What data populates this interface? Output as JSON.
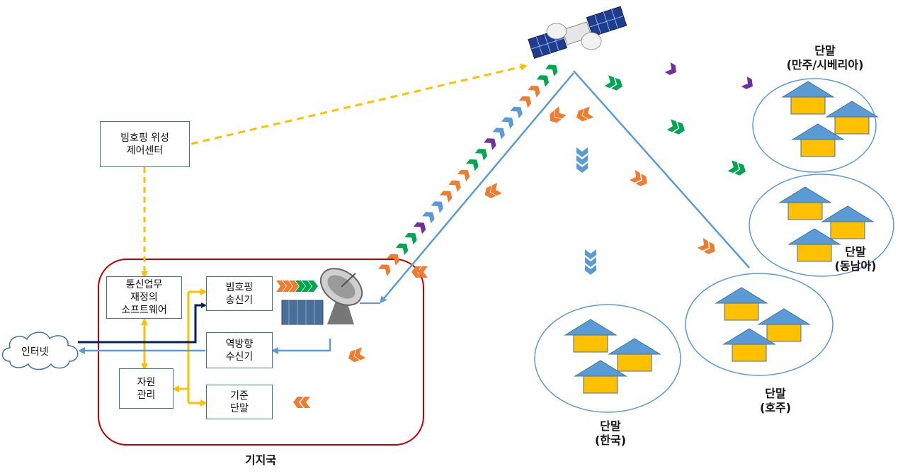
{
  "control_center": {
    "label": "빔호핑 위성\n제어센터"
  },
  "base_station": {
    "label": "기지국",
    "sdr": "통신업무\n재정의\n소프트웨어",
    "tx": "빔호핑\n송신기",
    "rx": "역방향\n수신기",
    "resource": "자원\n관리",
    "reference": "기준\n단말"
  },
  "internet": {
    "label": "인터넷"
  },
  "terminals": {
    "manchuria": "단말\n(만주/시베리아)",
    "southeast_asia": "단말\n(동남아)",
    "australia": "단말\n(호주)",
    "korea": "단말\n(한국)"
  },
  "colors": {
    "orange": "#ed7d31",
    "green": "#00a651",
    "blue": "#5b9bd5",
    "purple": "#7030a0",
    "yellow": "#ffc000",
    "navy": "#002060",
    "base_border": "#c00000",
    "line_blue": "#5b9bd5"
  },
  "icons": [
    "satellite-icon",
    "dish-antenna-icon",
    "house-icon",
    "cloud-icon",
    "chevron-arrow-icon"
  ]
}
